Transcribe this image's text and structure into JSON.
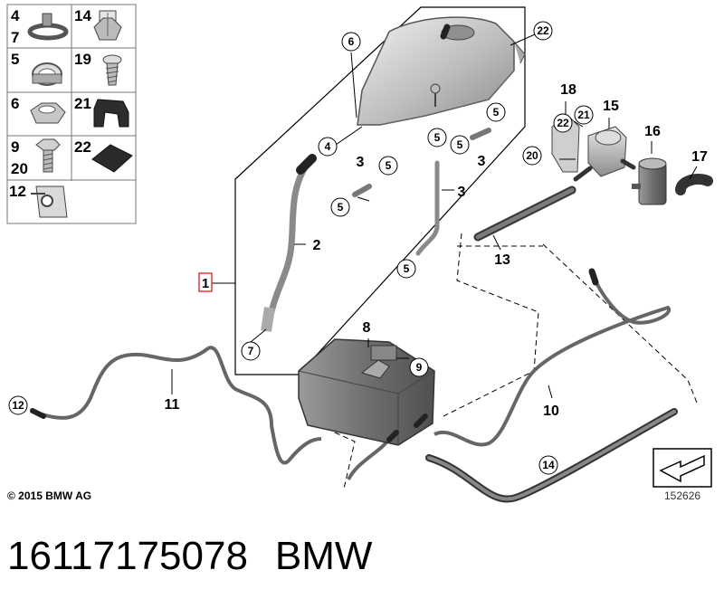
{
  "legend_items": [
    {
      "labels": [
        "4",
        "7"
      ],
      "icon": "hose-clamp-icon"
    },
    {
      "labels": [
        "14"
      ],
      "icon": "spring-clip-icon"
    },
    {
      "labels": [
        "5"
      ],
      "icon": "clamp-icon"
    },
    {
      "labels": [
        "19"
      ],
      "icon": "screw-icon"
    },
    {
      "labels": [
        "6"
      ],
      "icon": "hex-nut-icon"
    },
    {
      "labels": [
        "21"
      ],
      "icon": "rubber-mount-icon"
    },
    {
      "labels": [
        "9",
        "20"
      ],
      "icon": "hex-bolt-icon"
    },
    {
      "labels": [
        "22"
      ],
      "icon": "pad-icon"
    },
    {
      "labels": [
        "12"
      ],
      "icon": "holder-clip-icon"
    }
  ],
  "callouts": {
    "c1": "1",
    "c2": "2",
    "c3a": "3",
    "c3b": "3",
    "c3c": "3",
    "c4": "4",
    "c5a": "5",
    "c5b": "5",
    "c5c": "5",
    "c5d": "5",
    "c5e": "5",
    "c5f": "5",
    "c6": "6",
    "c7": "7",
    "c8": "8",
    "c9": "9",
    "c10": "10",
    "c11": "11",
    "c12": "12",
    "c13": "13",
    "c14": "14",
    "c15": "15",
    "c16": "16",
    "c17": "17",
    "c18": "18",
    "c20": "20",
    "c21": "21",
    "c22a": "22",
    "c22b": "22"
  },
  "footer": {
    "copyright": "© 2015 BMW AG",
    "diagram_number": "152626"
  },
  "part": {
    "number": "16117175078",
    "brand": "BMW"
  }
}
